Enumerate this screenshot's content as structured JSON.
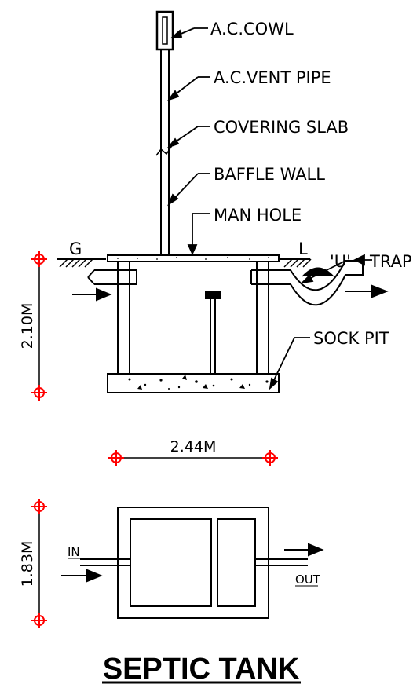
{
  "labels": {
    "cowl": "A.C.COWL",
    "vent_pipe": "A.C.VENT PIPE",
    "covering_slab": "COVERING SLAB",
    "baffle_wall": "BAFFLE WALL",
    "man_hole": "MAN HOLE",
    "ground_left": "G",
    "ground_right": "L",
    "u_trap": "'U'",
    "trap": "TRAP",
    "sock_pit": "SOCK PIT",
    "in": "IN",
    "out": "OUT"
  },
  "dimensions": {
    "depth": "2.10M",
    "length": "2.44M",
    "width": "1.83M"
  },
  "title": "SEPTIC TANK",
  "colors": {
    "line": "#000000",
    "dimension_marker": "#ff0000"
  }
}
